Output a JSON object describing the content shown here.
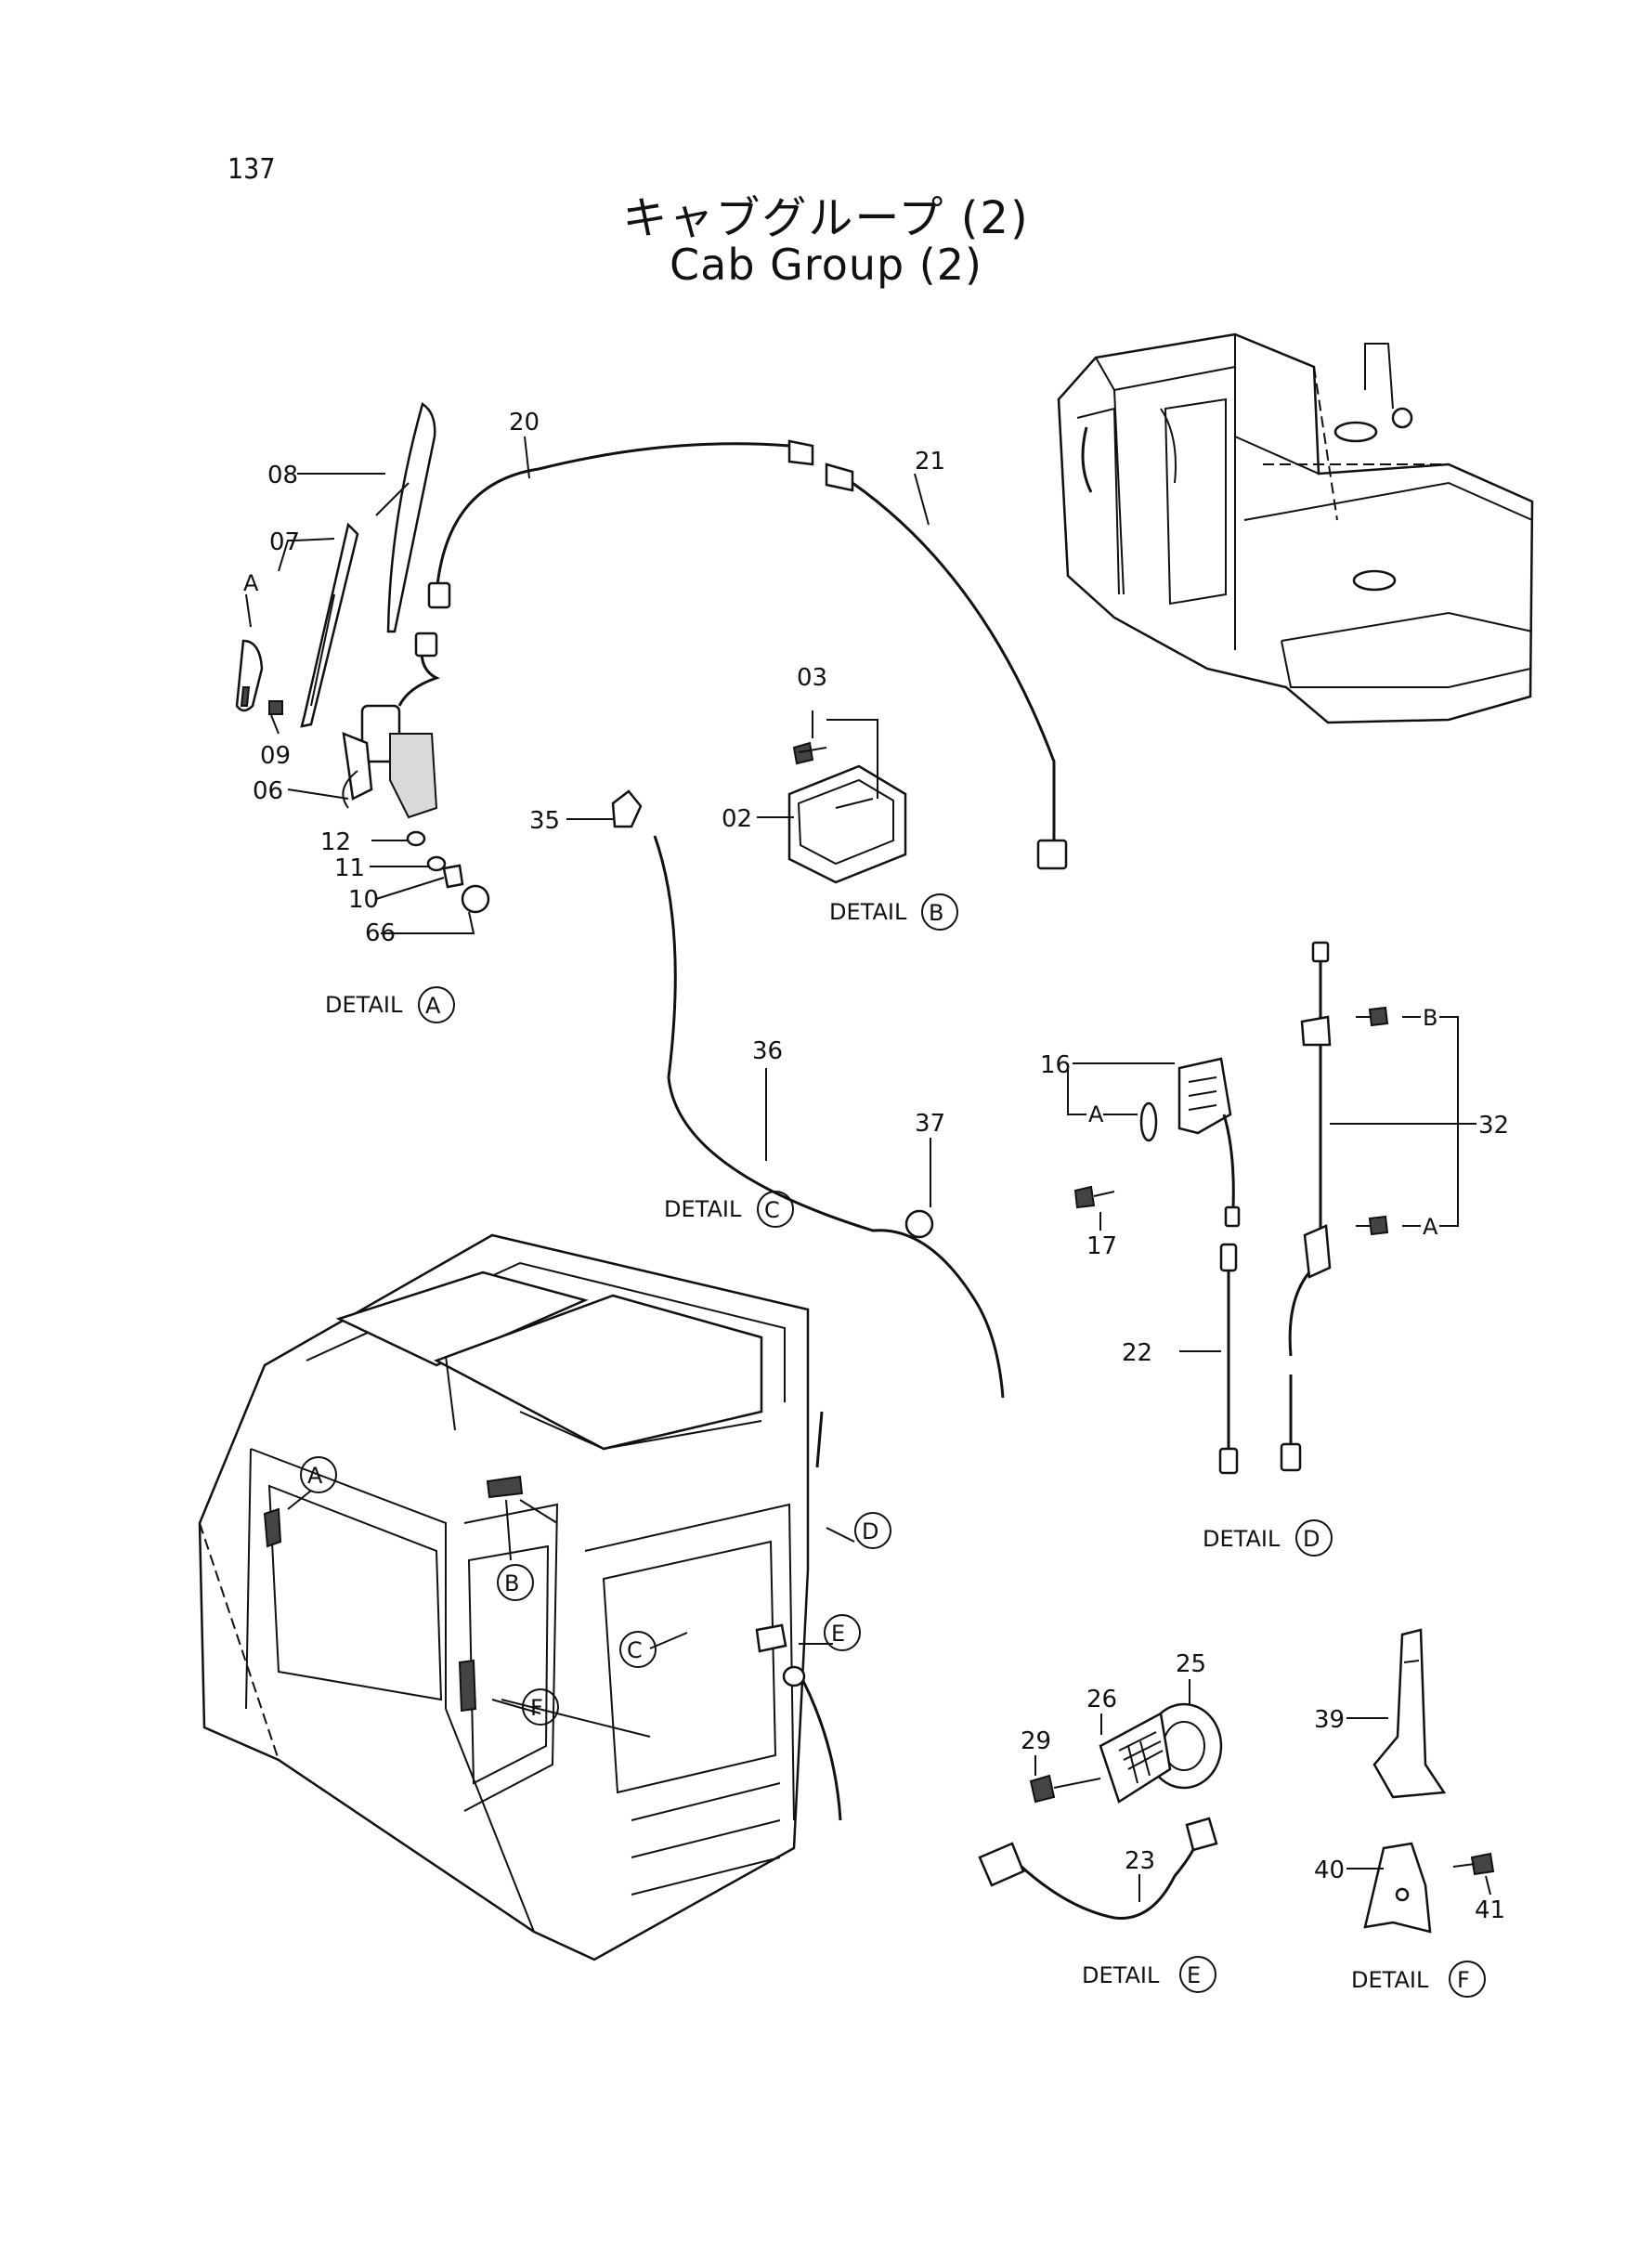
{
  "page_number": "137",
  "title_jp": "キャブグループ (2)",
  "title_en": "Cab Group (2)",
  "detail_word": "DETAIL",
  "details": [
    "A",
    "B",
    "C",
    "D",
    "E",
    "F"
  ],
  "part_numbers": {
    "p02": "02",
    "p03": "03",
    "p06": "06",
    "p07": "07",
    "p08": "08",
    "p09": "09",
    "p10": "10",
    "p11": "11",
    "p12": "12",
    "p16": "16",
    "p17": "17",
    "p20": "20",
    "p21": "21",
    "p22": "22",
    "p23": "23",
    "p25": "25",
    "p26": "26",
    "p29": "29",
    "p32": "32",
    "p35": "35",
    "p36": "36",
    "p37": "37",
    "p39": "39",
    "p40": "40",
    "p41": "41",
    "p66": "66"
  },
  "ref_letters": {
    "a": "A",
    "b": "B"
  }
}
